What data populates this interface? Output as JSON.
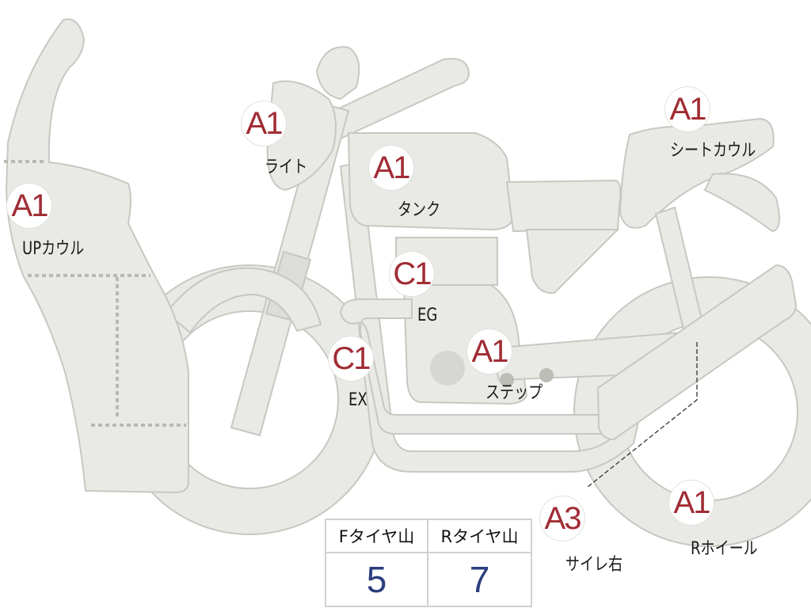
{
  "parts": [
    {
      "id": "light",
      "grade": "A1",
      "label": "ライト"
    },
    {
      "id": "upcowl",
      "grade": "A1",
      "label": "UPカウル"
    },
    {
      "id": "tank",
      "grade": "A1",
      "label": "タンク"
    },
    {
      "id": "seatcowl",
      "grade": "A1",
      "label": "シートカウル"
    },
    {
      "id": "eg",
      "grade": "C1",
      "label": "EG"
    },
    {
      "id": "ex",
      "grade": "C1",
      "label": "EX"
    },
    {
      "id": "step",
      "grade": "A1",
      "label": "ステップ"
    },
    {
      "id": "silencer",
      "grade": "A3",
      "label": "サイレ右"
    },
    {
      "id": "rwheel",
      "grade": "A1",
      "label": "Rホイール"
    }
  ],
  "tires": {
    "front_label": "Fタイヤ山",
    "front_value": "5",
    "rear_label": "Rタイヤ山",
    "rear_value": "7"
  },
  "colors": {
    "grade_text": "#a12c34",
    "tire_value": "#2b3f7e",
    "part_fill": "#e9e9e5"
  }
}
